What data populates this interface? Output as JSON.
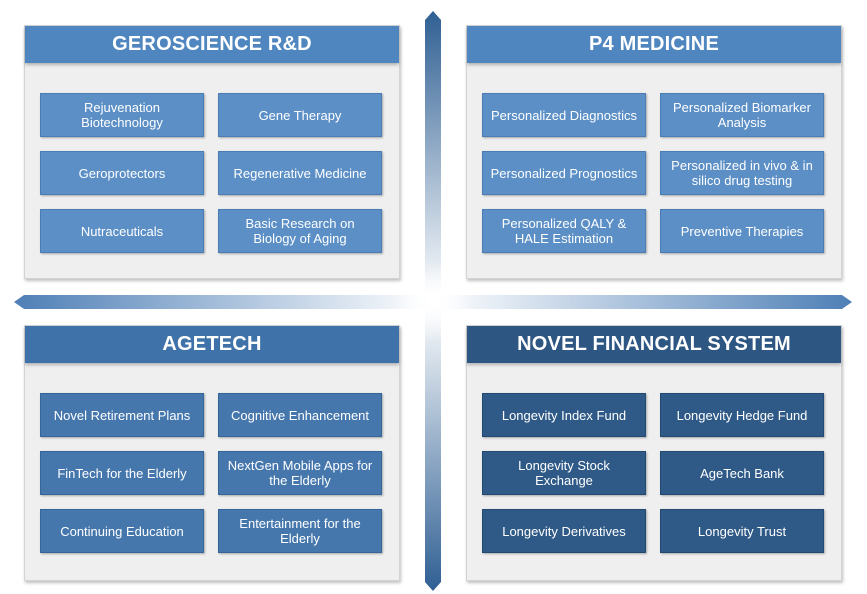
{
  "quadrants": {
    "geroscience": {
      "title": "GEROSCIENCE R&D",
      "items": [
        "Rejuvenation Biotechnology",
        "Gene Therapy",
        "Geroprotectors",
        "Regenerative Medicine",
        "Nutraceuticals",
        "Basic Research on Biology of Aging"
      ]
    },
    "p4": {
      "title": "P4 MEDICINE",
      "items": [
        "Personalized Diagnostics",
        "Personalized Biomarker Analysis",
        "Personalized Prognostics",
        "Personalized in vivo & in silico drug testing",
        "Personalized QALY & HALE Estimation",
        "Preventive Therapies"
      ]
    },
    "agetech": {
      "title": "AGETECH",
      "items": [
        "Novel Retirement Plans",
        "Cognitive Enhancement",
        "FinTech for the Elderly",
        "NextGen Mobile Apps for the Elderly",
        "Continuing Education",
        "Entertainment for the Elderly"
      ]
    },
    "finance": {
      "title": "NOVEL FINANCIAL SYSTEM",
      "items": [
        "Longevity Index Fund",
        "Longevity Hedge Fund",
        "Longevity Stock Exchange",
        "AgeTech Bank",
        "Longevity Derivatives",
        "Longevity Trust"
      ]
    }
  },
  "colors": {
    "header_light": "#4f86bf",
    "header_mid": "#3f72a8",
    "header_dark": "#2d5682",
    "axis": "#3b6b9e"
  }
}
